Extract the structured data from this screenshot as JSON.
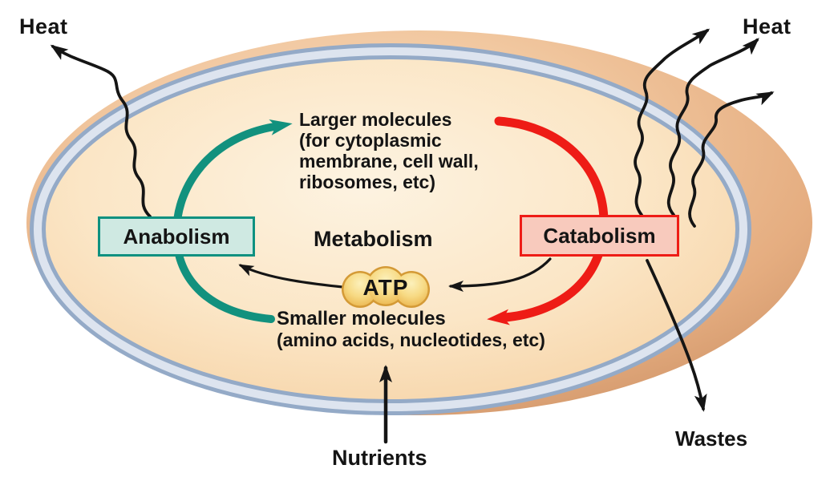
{
  "figure": {
    "heat_left": "Heat",
    "heat_right": "Heat",
    "larger_molecules_title": "Larger molecules",
    "larger_molecules_detail": "(for cytoplasmic membrane, cell wall, ribosomes, etc)",
    "metabolism": "Metabolism",
    "anabolism": "Anabolism",
    "catabolism": "Catabolism",
    "atp": "ATP",
    "smaller_molecules_title": "Smaller molecules",
    "smaller_molecules_detail": "(amino acids, nucleotides, etc)",
    "nutrients": "Nutrients",
    "wastes": "Wastes"
  },
  "colors": {
    "anabolism_accent": "#0e9180",
    "anabolism_fill": "#cfe9e2",
    "catabolism_accent": "#ee1c16",
    "catabolism_fill": "#f8cabd",
    "atp_gold": "#f2c35b",
    "membrane_blue_gray": "#94aac7",
    "membrane_light_band": "#dde4ef",
    "cell_outer_tan": "#e8af83",
    "cell_interior_cream": "#fbe7c7",
    "arrow_black": "#151515"
  }
}
